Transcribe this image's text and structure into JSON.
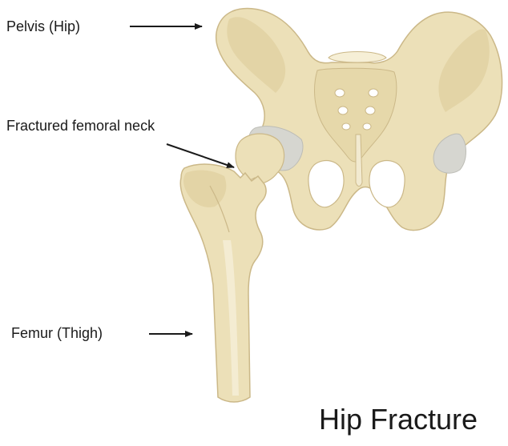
{
  "labels": {
    "pelvis": "Pelvis (Hip)",
    "fracture": "Fractured femoral neck",
    "femur": "Femur (Thigh)"
  },
  "title": "Hip Fracture",
  "colors": {
    "bone": "#ece0b8",
    "bone_shadow": "#d9c999",
    "bone_outline": "#cbb888",
    "cartilage": "#d6d6d0",
    "arrow": "#1a1a1a",
    "text": "#1a1a1a"
  },
  "icons": {
    "pelvis_arrow": "arrow-right-icon",
    "fracture_arrow": "arrow-diagonal-icon",
    "femur_arrow": "arrow-right-icon"
  }
}
